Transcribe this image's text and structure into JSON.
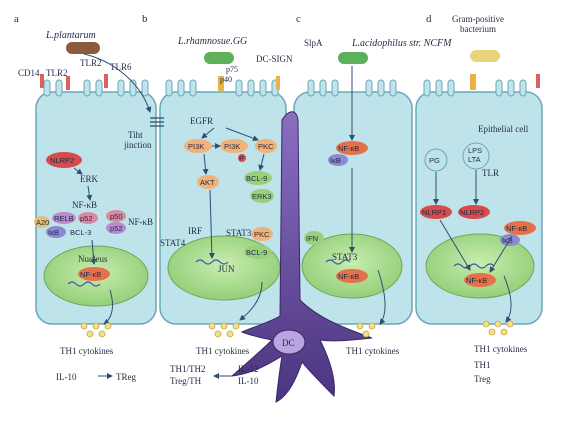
{
  "panels": {
    "a": "a",
    "b": "b",
    "c": "c",
    "d": "d"
  },
  "bacteria": {
    "a": "L.plantarum",
    "b": "L.rhamnosue.GG",
    "c": "L.acidophilus str. NCFM",
    "d_line1": "Gram-positive",
    "d_line2": "bacterium"
  },
  "receptors": {
    "cd14": "CD14",
    "tlr2_a": "TLR2",
    "tlr2_b": "TLR2",
    "tlr6": "TLR6",
    "p75": "p75",
    "p40": "p40",
    "egfr": "EGFR",
    "dc_sign": "DC-SIGN",
    "slpa": "SlpA",
    "tlr": "TLR"
  },
  "labels": {
    "tight_junction_1": "Tiht",
    "tight_junction_2": "jinction",
    "nlrp2_a": "NLRP2",
    "erk": "ERK",
    "nfkb_a1": "NF-κB",
    "a20": "A20",
    "relb": "RELB",
    "p52_a": "p52",
    "ikb_a": "IκB",
    "bcl3": "BCL-3",
    "p50": "p50",
    "p52_b": "p52",
    "nfkb_a2": "NF-κB",
    "nucleus": "Nucleus",
    "nfkb_nuc_a": "NF-κB",
    "pi3k_1": "PI3K",
    "pi3k_2": "PI3K",
    "p_mark": "P",
    "pkc_1": "PKC",
    "akt": "AKT",
    "bcl9_1": "BCL-9",
    "erk3": "ERK3",
    "irf": "IRF",
    "stat4": "STAT4",
    "stat3_b": "STAT3",
    "pkc_2": "PKC",
    "bcl9_2": "BCL-9",
    "jun": "JUN",
    "nfkb_c": "NF-κB",
    "ikb_c": "IκB",
    "ifn": "IFN",
    "stat3_c": "STAT3",
    "nfkb_nuc_c": "NF-κB",
    "epithelial": "Epithelial cell",
    "pg": "PG",
    "lps": "LPS",
    "lta": "LTA",
    "nlrp1": "NLRP1",
    "nlrp2_d": "NLRP2",
    "nfkb_d": "NF-κB",
    "ikb_d": "IκB",
    "nfkb_nuc_d": "NF-κB",
    "dc": "DC"
  },
  "outputs": {
    "cyt_a": "TH1 cytokines",
    "il10_a": "IL-10",
    "treg_a": "TReg",
    "cyt_b": "TH1 cytokines",
    "th_ratio_1": "TH1/TH2",
    "th_ratio_2": "Treg/TH",
    "il12": "IL-12",
    "il10_b": "IL-10",
    "cyt_c": "TH1 cytokines",
    "cyt_d": "TH1 cytokines",
    "th1_d": "TH1",
    "treg_d": "Treg"
  },
  "colors": {
    "cell_fill": "#bfe3ea",
    "cell_stroke": "#6aa7b8",
    "nucleus_fill": "#a6d98c",
    "dc_fill": "#6a4e9a",
    "arrow": "#2f4f6f"
  }
}
